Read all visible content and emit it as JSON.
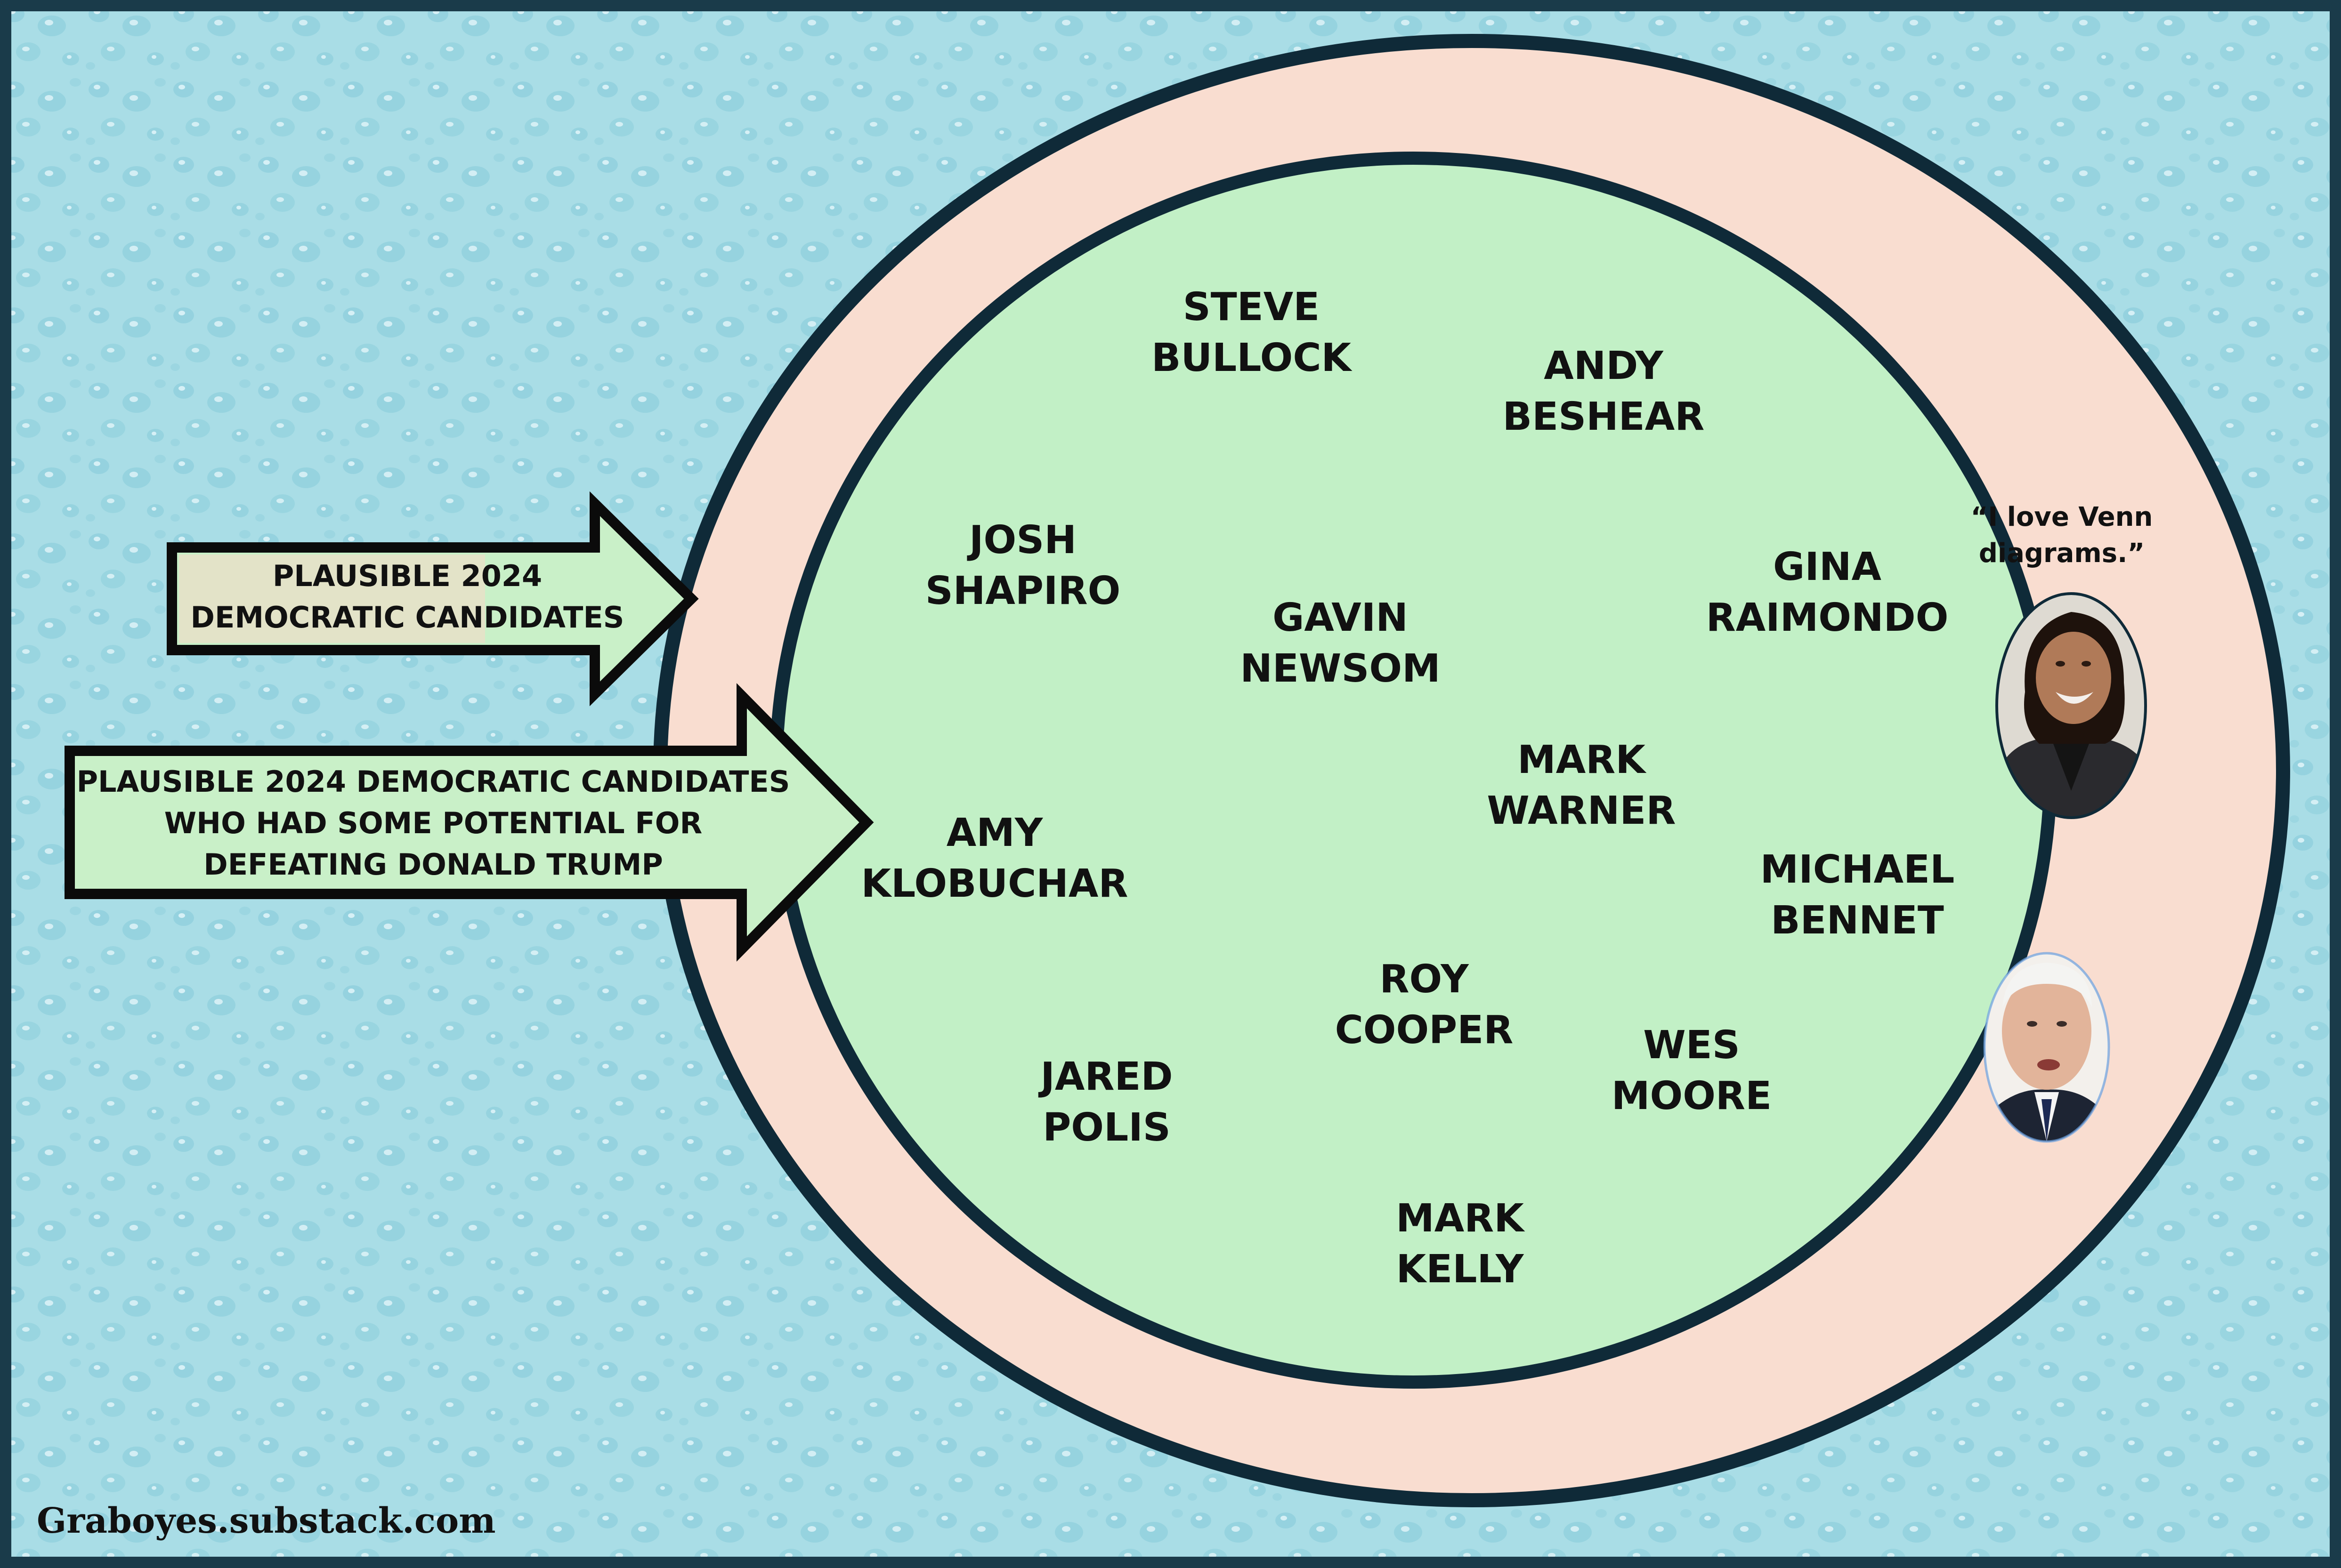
{
  "outer_set": {
    "label_lines": [
      "PLAUSIBLE 2024",
      "DEMOCRATIC CANDIDATES"
    ]
  },
  "inner_set": {
    "label_lines": [
      "PLAUSIBLE 2024 DEMOCRATIC CANDIDATES",
      "WHO HAD SOME POTENTIAL FOR",
      "DEFEATING DONALD TRUMP"
    ]
  },
  "candidates": [
    {
      "id": "steve-bullock",
      "lines": [
        "STEVE",
        "BULLOCK"
      ]
    },
    {
      "id": "andy-beshear",
      "lines": [
        "ANDY",
        "BESHEAR"
      ]
    },
    {
      "id": "josh-shapiro",
      "lines": [
        "JOSH",
        "SHAPIRO"
      ]
    },
    {
      "id": "gavin-newsom",
      "lines": [
        "GAVIN",
        "NEWSOM"
      ]
    },
    {
      "id": "gina-raimondo",
      "lines": [
        "GINA",
        "RAIMONDO"
      ]
    },
    {
      "id": "mark-warner",
      "lines": [
        "MARK",
        "WARNER"
      ]
    },
    {
      "id": "amy-klobuchar",
      "lines": [
        "AMY",
        "KLOBUCHAR"
      ]
    },
    {
      "id": "michael-bennet",
      "lines": [
        "MICHAEL",
        "BENNET"
      ]
    },
    {
      "id": "roy-cooper",
      "lines": [
        "ROY",
        "COOPER"
      ]
    },
    {
      "id": "wes-moore",
      "lines": [
        "WES",
        "MOORE"
      ]
    },
    {
      "id": "jared-polis",
      "lines": [
        "JARED",
        "POLIS"
      ]
    },
    {
      "id": "mark-kelly",
      "lines": [
        "MARK",
        "KELLY"
      ]
    }
  ],
  "outer_only_portraits": [
    {
      "id": "harris",
      "caption_lines": [
        "“I love Venn",
        "diagrams.”"
      ]
    },
    {
      "id": "biden",
      "caption_lines": []
    }
  ],
  "credit": "Graboyes.substack.com",
  "colors": {
    "background": "#a9dde6",
    "outer_circle_fill": "#f9ddd0",
    "inner_circle_fill": "#c2f0c6",
    "stroke": "#0f2a38",
    "text": "#111111"
  }
}
